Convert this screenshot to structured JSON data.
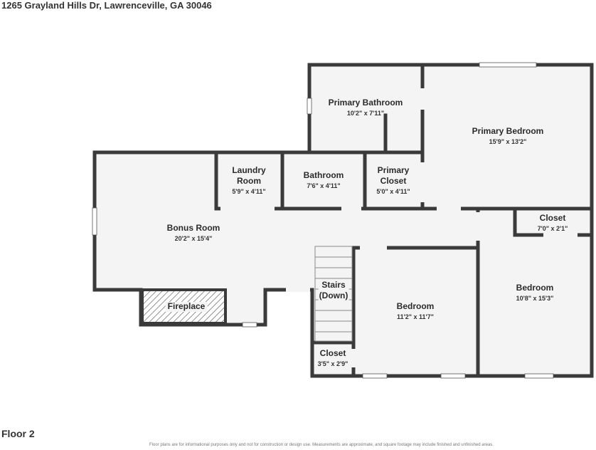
{
  "address": "1265 Grayland Hills Dr, Lawrenceville, GA 30046",
  "floor": "Floor 2",
  "disclaimer": "Floor plans are for informational purposes only and not for construction or design use. Measurements are approximate, and square footage may include finished and unfinished areas.",
  "rooms": {
    "primary_bathroom": {
      "name": "Primary Bathroom",
      "dims": "10'2\" x 7'11\""
    },
    "primary_bedroom": {
      "name": "Primary Bedroom",
      "dims": "15'9\" x 13'2\""
    },
    "laundry": {
      "name_line1": "Laundry",
      "name_line2": "Room",
      "dims": "5'9\" x 4'11\""
    },
    "bathroom": {
      "name": "Bathroom",
      "dims": "7'6\" x 4'11\""
    },
    "primary_closet": {
      "name_line1": "Primary",
      "name_line2": "Closet",
      "dims": "5'0\" x 4'11\""
    },
    "bonus_room": {
      "name": "Bonus Room",
      "dims": "20'2\" x 15'4\""
    },
    "closet_right": {
      "name": "Closet",
      "dims": "7'0\" x 2'1\""
    },
    "bedroom_right": {
      "name": "Bedroom",
      "dims": "10'8\" x 15'3\""
    },
    "stairs": {
      "name_line1": "Stairs",
      "name_line2": "(Down)"
    },
    "bedroom_center": {
      "name": "Bedroom",
      "dims": "11'2\" x 11'7\""
    },
    "fireplace": {
      "name": "Fireplace"
    },
    "closet_small": {
      "name": "Closet",
      "dims": "3'5\" x 2'9\""
    }
  },
  "colors": {
    "wall": "#3a3a3a",
    "floor": "#f4f4f4",
    "window": "#ffffff"
  }
}
